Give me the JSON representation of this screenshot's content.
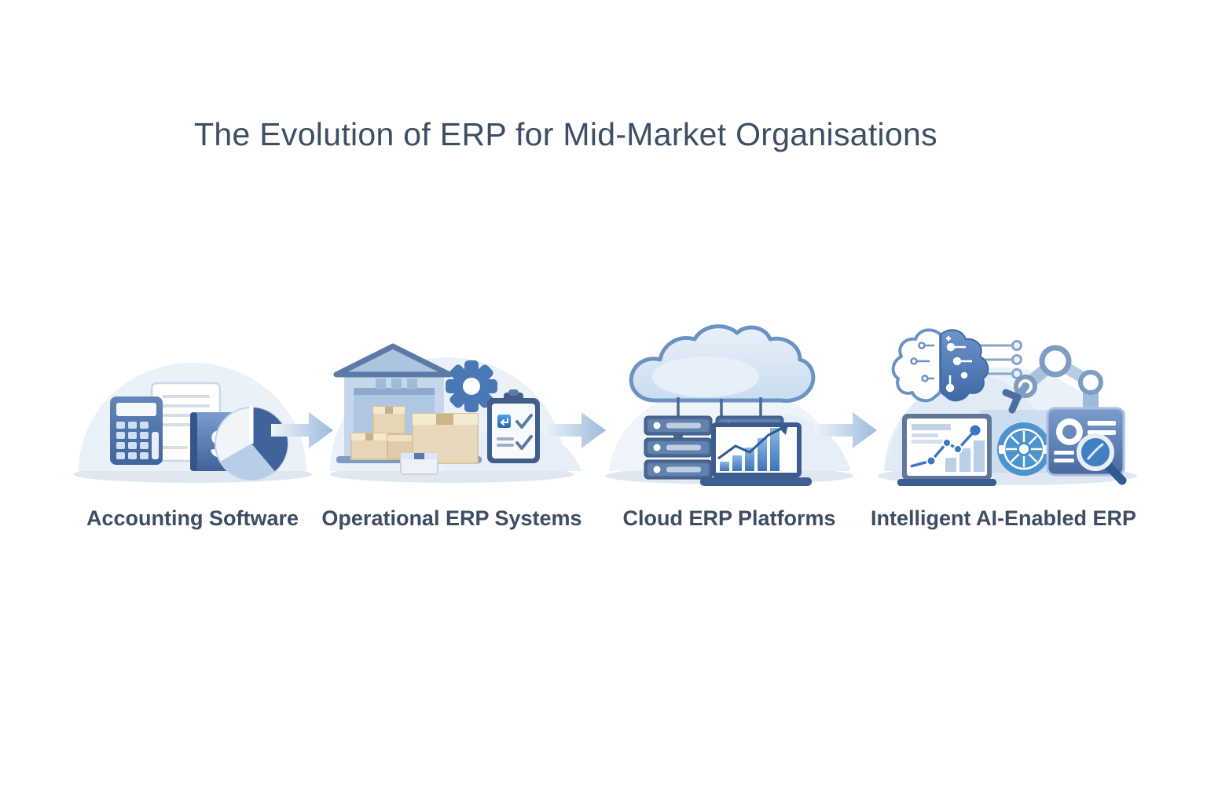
{
  "title": "The Evolution of ERP for Mid-Market Organisations",
  "stages": [
    {
      "id": "accounting-software",
      "label": "Accounting Software",
      "icons": [
        "calculator-icon",
        "invoice-document-icon",
        "dollar-ledger-book-icon",
        "pie-chart-icon"
      ]
    },
    {
      "id": "operational-erp-systems",
      "label": "Operational ERP Systems",
      "icons": [
        "warehouse-icon",
        "gear-icon",
        "cardboard-boxes-icon",
        "package-box-icon",
        "checklist-clipboard-icon"
      ]
    },
    {
      "id": "cloud-erp-platforms",
      "label": "Cloud ERP Platforms",
      "icons": [
        "cloud-icon",
        "server-rack-icon",
        "laptop-bar-chart-icon"
      ]
    },
    {
      "id": "intelligent-ai-enabled-erp",
      "label": "Intelligent AI-Enabled ERP",
      "icons": [
        "ai-brain-circuit-icon",
        "robot-arm-icon",
        "analytics-monitor-icon",
        "network-hub-icon",
        "report-magnifier-icon"
      ]
    }
  ],
  "arrows": {
    "count": 3,
    "direction": "right"
  },
  "colors": {
    "background": "#ffffff",
    "title_text": "#3d4d63",
    "label_text": "#3d4d63",
    "primary_blue": "#4a77b5",
    "dark_blue": "#3f5e8c",
    "steel_blue": "#6a93c4",
    "light_blue": "#c9dbee",
    "pale_dome": "#e9f1f9",
    "box_tan": "#e7d6b6",
    "arrow_gradient_start": "#edf3f9",
    "arrow_gradient_end": "#9cbbdc"
  }
}
